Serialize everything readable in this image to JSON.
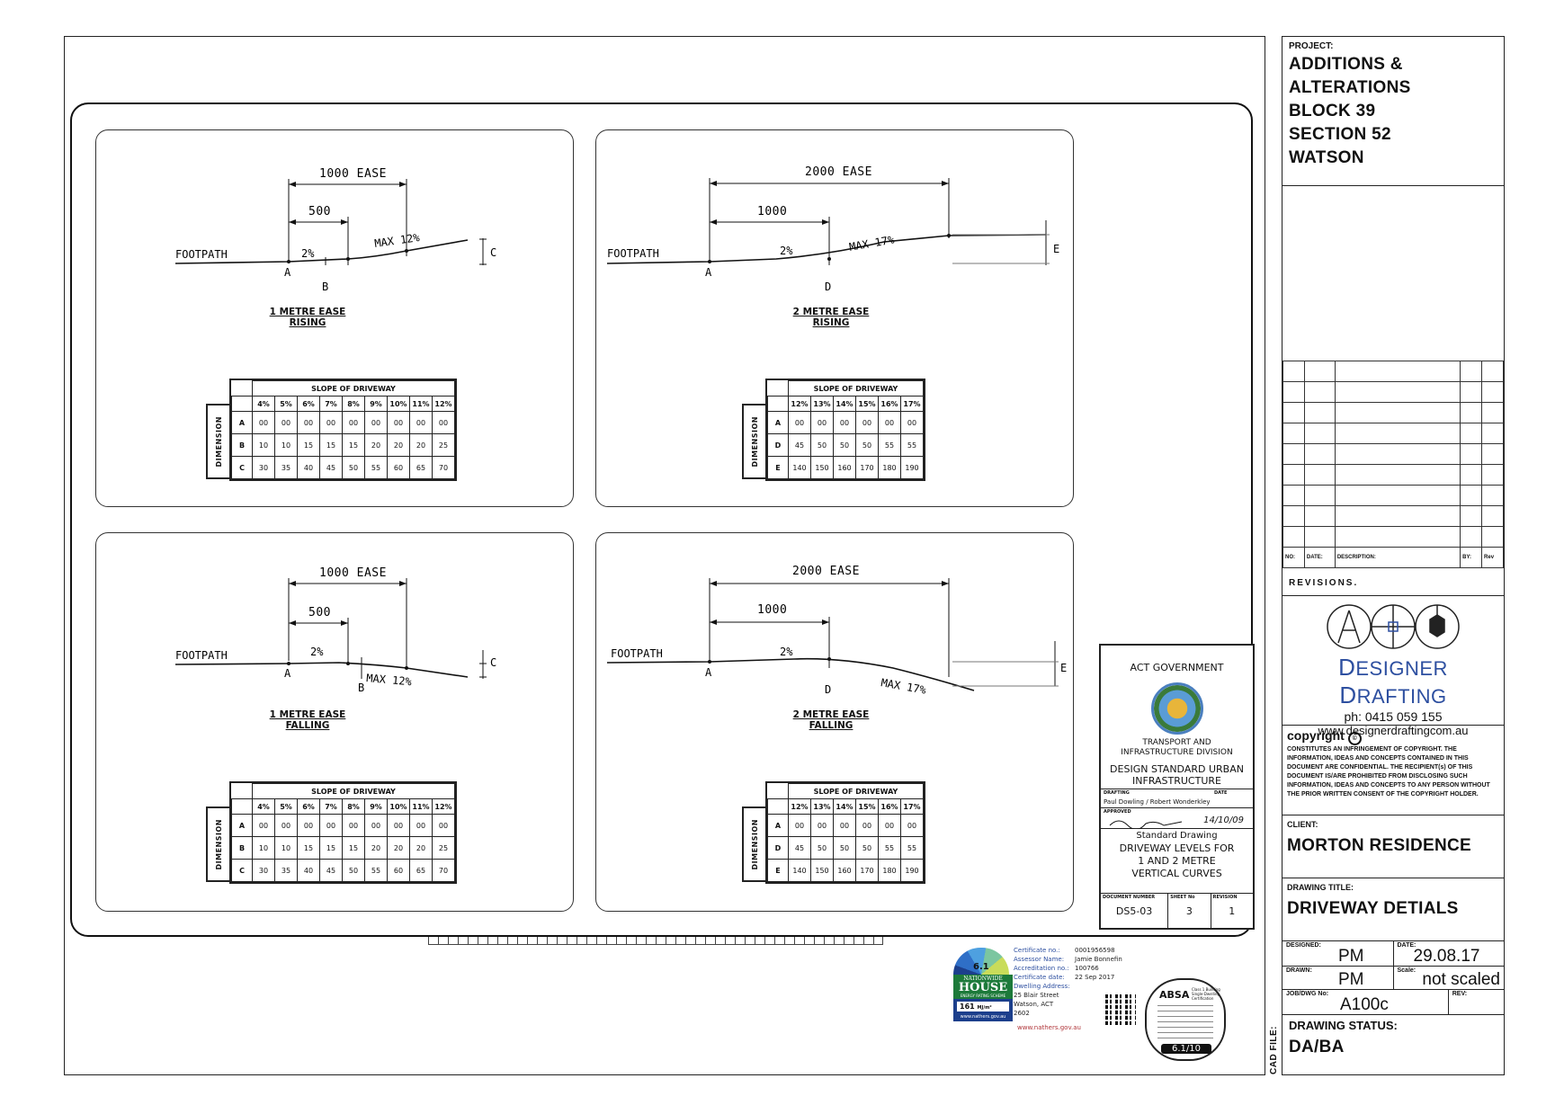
{
  "project": {
    "label": "PROJECT:",
    "lines": [
      "ADDITIONS & ALTERATIONS",
      "BLOCK 39",
      "SECTION 52",
      "WATSON"
    ]
  },
  "revisions": {
    "headers": [
      "NO:",
      "DATE:",
      "DESCRIPTION:",
      "BY:",
      "Rev"
    ],
    "title": "REVISIONS."
  },
  "company": {
    "name_first": "D",
    "name_rest1": "ESIGNER ",
    "name_second": "D",
    "name_rest2": "RAFTING",
    "phone": "ph: 0415 059 155",
    "website": "www.designerdraftingcom.au"
  },
  "copyright": {
    "title": "copyright",
    "text": "CONSTITUTES AN INFRINGEMENT OF COPYRIGHT. THE INFORMATION, IDEAS AND CONCEPTS CONTAINED IN THIS DOCUMENT ARE CONFIDENTIAL. THE RECIPIENT(s) OF THIS DOCUMENT IS/ARE PROHIBITED FROM DISCLOSING SUCH INFORMATION, IDEAS AND CONCEPTS TO ANY PERSON WITHOUT THE PRIOR WRITTEN CONSENT OF THE COPYRIGHT HOLDER."
  },
  "client": {
    "label": "CLIENT:",
    "value": "MORTON RESIDENCE"
  },
  "drawing_title": {
    "label": "DRAWING TITLE:",
    "value": "DRIVEWAY DETIALS"
  },
  "designed": {
    "label": "DESIGNED:",
    "value": "PM"
  },
  "date": {
    "label": "DATE:",
    "value": "29.08.17"
  },
  "drawn": {
    "label": "DRAWN:",
    "value": "PM"
  },
  "scale": {
    "label": "Scale:",
    "value": "not scaled"
  },
  "job": {
    "label": "JOB/DWG No:",
    "value": "A100c",
    "rev_label": "REV:"
  },
  "status": {
    "label": "DRAWING STATUS:",
    "value": "DA/BA"
  },
  "cad_file": "CAD FILE:",
  "panels": [
    {
      "ease_total": "1000 EASE",
      "ease_half": "500",
      "footpath": "FOOTPATH",
      "slope": "2%",
      "max": "MAX 12%",
      "pts": [
        "A",
        "B",
        "C"
      ],
      "cap1": "1 METRE EASE",
      "cap2": "RISING"
    },
    {
      "ease_total": "2000 EASE",
      "ease_half": "1000",
      "footpath": "FOOTPATH",
      "slope": "2%",
      "max": "MAX 17%",
      "pts": [
        "A",
        "D",
        "E"
      ],
      "cap1": "2 METRE EASE",
      "cap2": "RISING"
    },
    {
      "ease_total": "1000 EASE",
      "ease_half": "500",
      "footpath": "FOOTPATH",
      "slope": "2%",
      "max": "MAX 12%",
      "pts": [
        "A",
        "B",
        "C"
      ],
      "cap1": "1 METRE EASE",
      "cap2": "FALLING"
    },
    {
      "ease_total": "2000 EASE",
      "ease_half": "1000",
      "footpath": "FOOTPATH",
      "slope": "2%",
      "max": "MAX 17%",
      "pts": [
        "A",
        "D",
        "E"
      ],
      "cap1": "2 METRE EASE",
      "cap2": "FALLING"
    }
  ],
  "tables": {
    "slope_title": "SLOPE OF DRIVEWAY",
    "dimension_label": "DIMENSION",
    "one_metre": {
      "cols": [
        "4%",
        "5%",
        "6%",
        "7%",
        "8%",
        "9%",
        "10%",
        "11%",
        "12%"
      ],
      "rows": [
        {
          "key": "A",
          "vals": [
            "00",
            "00",
            "00",
            "00",
            "00",
            "00",
            "00",
            "00",
            "00"
          ]
        },
        {
          "key": "B",
          "vals": [
            "10",
            "10",
            "15",
            "15",
            "15",
            "20",
            "20",
            "20",
            "25"
          ]
        },
        {
          "key": "C",
          "vals": [
            "30",
            "35",
            "40",
            "45",
            "50",
            "55",
            "60",
            "65",
            "70"
          ]
        }
      ]
    },
    "two_metre": {
      "cols": [
        "12%",
        "13%",
        "14%",
        "15%",
        "16%",
        "17%"
      ],
      "rows": [
        {
          "key": "A",
          "vals": [
            "00",
            "00",
            "00",
            "00",
            "00",
            "00"
          ]
        },
        {
          "key": "D",
          "vals": [
            "45",
            "50",
            "50",
            "50",
            "55",
            "55"
          ]
        },
        {
          "key": "E",
          "vals": [
            "140",
            "150",
            "160",
            "170",
            "180",
            "190"
          ]
        }
      ]
    }
  },
  "act": {
    "gov": "ACT GOVERNMENT",
    "division": "TRANSPORT AND INFRASTRUCTURE DIVISION",
    "standard": "DESIGN STANDARD URBAN INFRASTRUCTURE",
    "drafting_label": "DRAFTING",
    "date_label": "DATE",
    "drafting": "Paul Dowling / Robert Wonderkley",
    "approved_label": "APPROVED",
    "sig_date": "14/10/09",
    "std_drawing": "Standard Drawing",
    "title": "DRIVEWAY LEVELS FOR 1 AND 2 METRE VERTICAL CURVES",
    "docnum_label": "DOCUMENT NUMBER",
    "sheet_label": "SHEET No",
    "revision_label": "REVISION",
    "docnum": "DS5-03",
    "sheet": "3",
    "revision": "1"
  },
  "nathers": {
    "rating": "6.1",
    "brand1": "NATIONWIDE",
    "brand2": "HOUSE",
    "brand3": "ENERGY RATING SCHEME",
    "mj": "161",
    "mj_unit": "MJ/m²",
    "url": "www.nathers.gov.au",
    "fields": [
      {
        "k": "Certificate no.:",
        "v": "0001956598"
      },
      {
        "k": "Assessor Name:",
        "v": "Jamie Bonnefin"
      },
      {
        "k": "Accreditation no.:",
        "v": "100766"
      },
      {
        "k": "Certificate date:",
        "v": "22 Sep 2017"
      },
      {
        "k": "Dwelling Address:",
        "v": ""
      }
    ],
    "address": [
      "25 Blair Street",
      "Watson, ACT",
      "2602"
    ]
  },
  "absa": {
    "name": "ABSA",
    "rating": "6.1/10",
    "cert": "Class 1 Building Single-Dwelling Certification"
  },
  "colors": {
    "accent_blue": "#2d4fa0",
    "nathers_green": "#1d7a3a",
    "nathers_blue": "#1c3f8c"
  }
}
